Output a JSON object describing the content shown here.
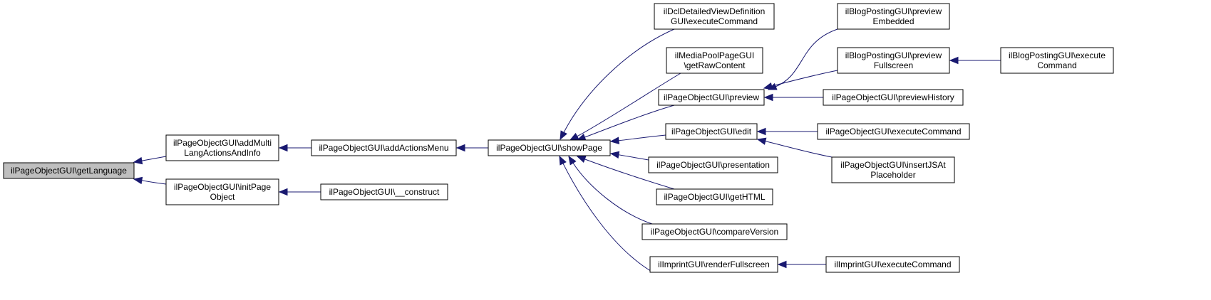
{
  "graph": {
    "nodes": [
      {
        "id": "getLanguage",
        "lines": [
          "ilPageObjectGUI\\getLanguage"
        ]
      },
      {
        "id": "addMultiLang",
        "lines": [
          "ilPageObjectGUI\\addMulti",
          "LangActionsAndInfo"
        ]
      },
      {
        "id": "initPageObject",
        "lines": [
          "ilPageObjectGUI\\initPage",
          "Object"
        ]
      },
      {
        "id": "addActionsMenu",
        "lines": [
          "ilPageObjectGUI\\addActionsMenu"
        ]
      },
      {
        "id": "construct",
        "lines": [
          "ilPageObjectGUI\\__construct"
        ]
      },
      {
        "id": "showPage",
        "lines": [
          "ilPageObjectGUI\\showPage"
        ]
      },
      {
        "id": "dclExecute",
        "lines": [
          "ilDclDetailedViewDefinition",
          "GUI\\executeCommand"
        ]
      },
      {
        "id": "mediaPoolRaw",
        "lines": [
          "ilMediaPoolPageGUI",
          "\\getRawContent"
        ]
      },
      {
        "id": "preview",
        "lines": [
          "ilPageObjectGUI\\preview"
        ]
      },
      {
        "id": "edit",
        "lines": [
          "ilPageObjectGUI\\edit"
        ]
      },
      {
        "id": "presentation",
        "lines": [
          "ilPageObjectGUI\\presentation"
        ]
      },
      {
        "id": "getHTML",
        "lines": [
          "ilPageObjectGUI\\getHTML"
        ]
      },
      {
        "id": "compareVersion",
        "lines": [
          "ilPageObjectGUI\\compareVersion"
        ]
      },
      {
        "id": "imprintRender",
        "lines": [
          "ilImprintGUI\\renderFullscreen"
        ]
      },
      {
        "id": "blogPrevEmbedded",
        "lines": [
          "ilBlogPostingGUI\\preview",
          "Embedded"
        ]
      },
      {
        "id": "blogPrevFullscreen",
        "lines": [
          "ilBlogPostingGUI\\preview",
          "Fullscreen"
        ]
      },
      {
        "id": "previewHistory",
        "lines": [
          "ilPageObjectGUI\\previewHistory"
        ]
      },
      {
        "id": "pageExecute",
        "lines": [
          "ilPageObjectGUI\\executeCommand"
        ]
      },
      {
        "id": "insertJS",
        "lines": [
          "ilPageObjectGUI\\insertJSAt",
          "Placeholder"
        ]
      },
      {
        "id": "imprintExecute",
        "lines": [
          "ilImprintGUI\\executeCommand"
        ]
      },
      {
        "id": "blogExecute",
        "lines": [
          "ilBlogPostingGUI\\execute",
          "Command"
        ]
      }
    ],
    "edges": [
      {
        "from": "addMultiLang",
        "to": "getLanguage"
      },
      {
        "from": "initPageObject",
        "to": "getLanguage"
      },
      {
        "from": "addActionsMenu",
        "to": "addMultiLang"
      },
      {
        "from": "construct",
        "to": "initPageObject"
      },
      {
        "from": "showPage",
        "to": "addActionsMenu"
      },
      {
        "from": "dclExecute",
        "to": "showPage"
      },
      {
        "from": "mediaPoolRaw",
        "to": "showPage"
      },
      {
        "from": "preview",
        "to": "showPage"
      },
      {
        "from": "edit",
        "to": "showPage"
      },
      {
        "from": "presentation",
        "to": "showPage"
      },
      {
        "from": "getHTML",
        "to": "showPage"
      },
      {
        "from": "compareVersion",
        "to": "showPage"
      },
      {
        "from": "imprintRender",
        "to": "showPage"
      },
      {
        "from": "blogPrevEmbedded",
        "to": "preview"
      },
      {
        "from": "blogPrevFullscreen",
        "to": "preview"
      },
      {
        "from": "previewHistory",
        "to": "preview"
      },
      {
        "from": "pageExecute",
        "to": "edit"
      },
      {
        "from": "insertJS",
        "to": "edit"
      },
      {
        "from": "imprintExecute",
        "to": "imprintRender"
      },
      {
        "from": "blogExecute",
        "to": "blogPrevFullscreen"
      }
    ]
  }
}
